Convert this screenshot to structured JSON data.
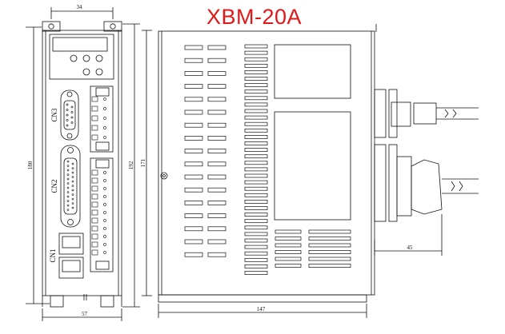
{
  "title": "XBM-20A",
  "dimensions": {
    "front_top_width": "34",
    "front_height_outer": "180",
    "front_height_inner": "192",
    "front_bottom_width": "57",
    "side_height": "171",
    "side_width": "147",
    "connector_depth": "45"
  },
  "connector_labels": {
    "cn3": "CN3",
    "cn2": "CN2",
    "cn1": "CN1"
  },
  "colors": {
    "title": "#e01818",
    "line": "#111111"
  }
}
